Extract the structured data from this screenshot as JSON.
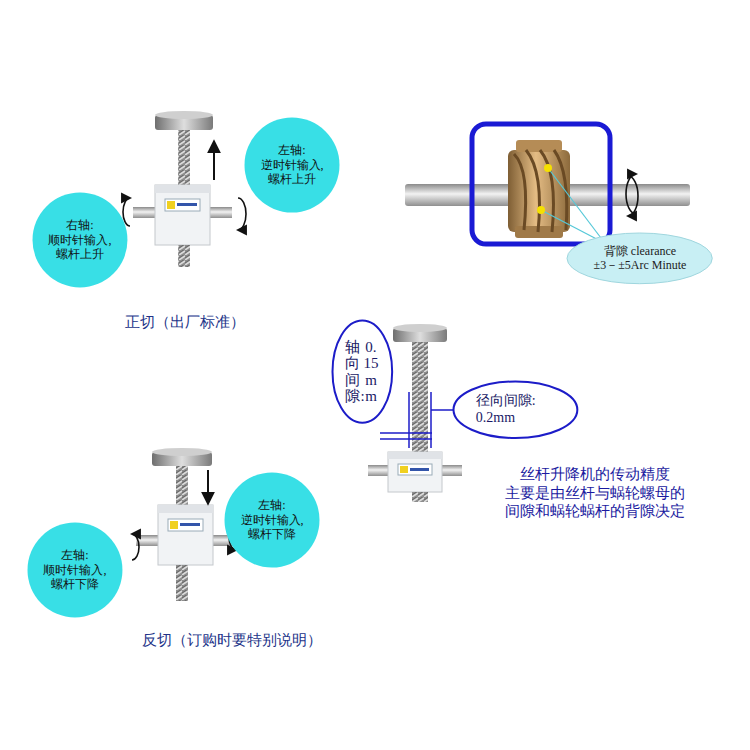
{
  "diagram": {
    "nodes": [
      {
        "text": [
          "左轴: 逆时针输入, 螺杆上升"
        ]
      },
      {
        "text": [
          "右轴: 顺时针输入, 螺杆上升"
        ]
      },
      {
        "text": [
          "背隙 clearance",
          "±3－±5Arc Minute"
        ]
      },
      {
        "text": [
          "轴向间隙:",
          "0.15mm"
        ]
      },
      {
        "text": [
          "径向间隙: 0.2mm"
        ]
      },
      {
        "text": [
          "左轴: 逆时针输入, 螺杆下降"
        ]
      },
      {
        "text": [
          "左轴: 顺时针输入, 螺杆下降"
        ]
      }
    ],
    "labels": [
      "正切（出厂标准）",
      "丝杆升降机的传动精度 主要是由丝杆与蜗轮螺母的 间隙和蜗轮蜗杆的背隙决定",
      "反切（订购时要特别说明）"
    ]
  }
}
